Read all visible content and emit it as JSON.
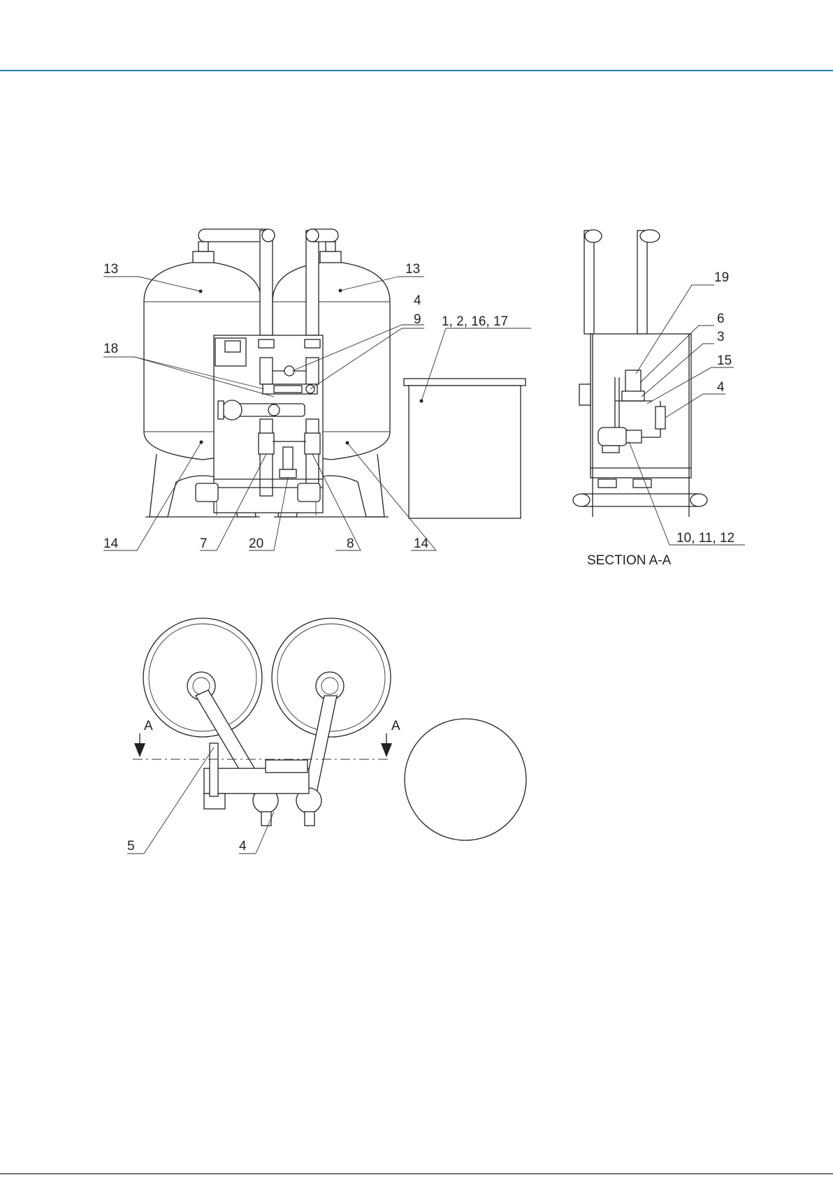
{
  "colors": {
    "header_rule": "#1f7fb0",
    "bottom_rule": "#000000",
    "line": "#222222"
  },
  "labels": {
    "front": {
      "tank_left_top": "13",
      "tank_right_top": "13",
      "manifold_valve": "4",
      "valve_9": "9",
      "brine_tank": "1, 2, 16, 17",
      "item_18": "18",
      "tank_left_bottom": "14",
      "valve_7": "7",
      "item_20": "20",
      "valve_8": "8",
      "tank_right_bottom": "14"
    },
    "section": {
      "item_19": "19",
      "item_6": "6",
      "item_3": "3",
      "item_15": "15",
      "item_4": "4",
      "pump": "10, 11, 12",
      "title": "SECTION A-A"
    },
    "plan": {
      "cut_left": "A",
      "cut_right": "A",
      "item_5": "5",
      "item_4": "4"
    }
  }
}
